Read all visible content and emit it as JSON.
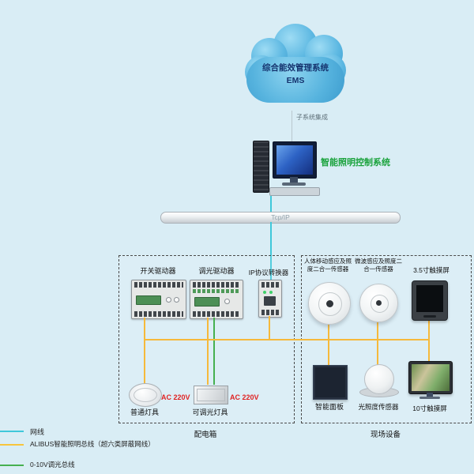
{
  "background": "#d9edf5",
  "cloud": {
    "title": "综合能效管理系统",
    "subtitle": "EMS"
  },
  "integration_label": "子系统集成",
  "system_label": "智能照明控制系统",
  "backbone_label": "Tcp/IP",
  "distribution_box": {
    "caption": "配电箱",
    "devices": [
      {
        "label": "开关驱动器"
      },
      {
        "label": "调光驱动器"
      },
      {
        "label": "IP协议转换器"
      }
    ],
    "lamps": [
      {
        "label": "普通灯具",
        "power": "AC 220V"
      },
      {
        "label": "可调光灯具",
        "power": "AC 220V"
      }
    ]
  },
  "field_box": {
    "caption": "现场设备",
    "sensors": [
      {
        "label": "人体移动感应及照度二合一传感器"
      },
      {
        "label": "微波感应及照度二合一传感器"
      },
      {
        "label": "3.5寸触摸屏"
      }
    ],
    "devices": [
      {
        "label": "智能面板"
      },
      {
        "label": "光照度传感器"
      },
      {
        "label": "10寸触摸屏"
      }
    ]
  },
  "legend": [
    {
      "label": "网线",
      "color": "#3fc8da"
    },
    {
      "label": "ALIBUS智能照明总线（超六类屏蔽网线）",
      "color": "#f7c53c"
    },
    {
      "label": "0-10V调光总线",
      "color": "#46b050"
    }
  ],
  "line_colors": {
    "network": "#3fc8da",
    "alibus": "#f6b93b",
    "dimming": "#46b050"
  }
}
